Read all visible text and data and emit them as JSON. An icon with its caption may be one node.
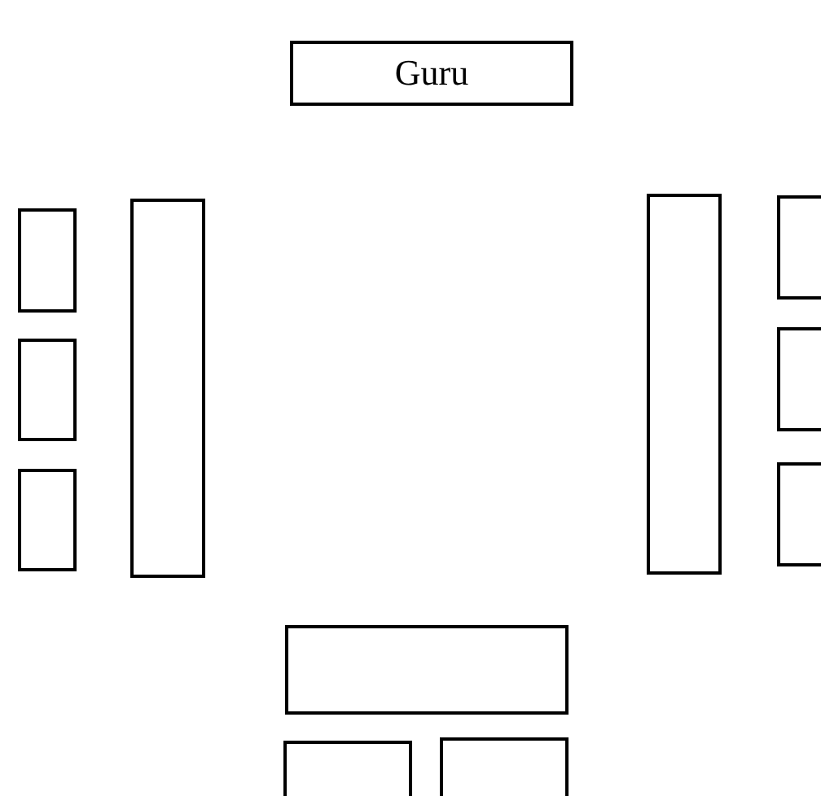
{
  "diagram": {
    "nodes": [
      {
        "text": [
          "Guru"
        ]
      },
      {
        "text": [],
        "shape": "box"
      },
      {
        "text": [],
        "shape": "box"
      },
      {
        "text": [],
        "shape": "box"
      },
      {
        "text": [],
        "shape": "box"
      },
      {
        "text": [],
        "shape": "box"
      },
      {
        "text": [],
        "shape": "box"
      },
      {
        "text": [],
        "shape": "box"
      },
      {
        "text": [],
        "shape": "box"
      },
      {
        "text": [],
        "shape": "box"
      },
      {
        "text": [],
        "shape": "box"
      },
      {
        "text": [],
        "shape": "box"
      }
    ]
  }
}
